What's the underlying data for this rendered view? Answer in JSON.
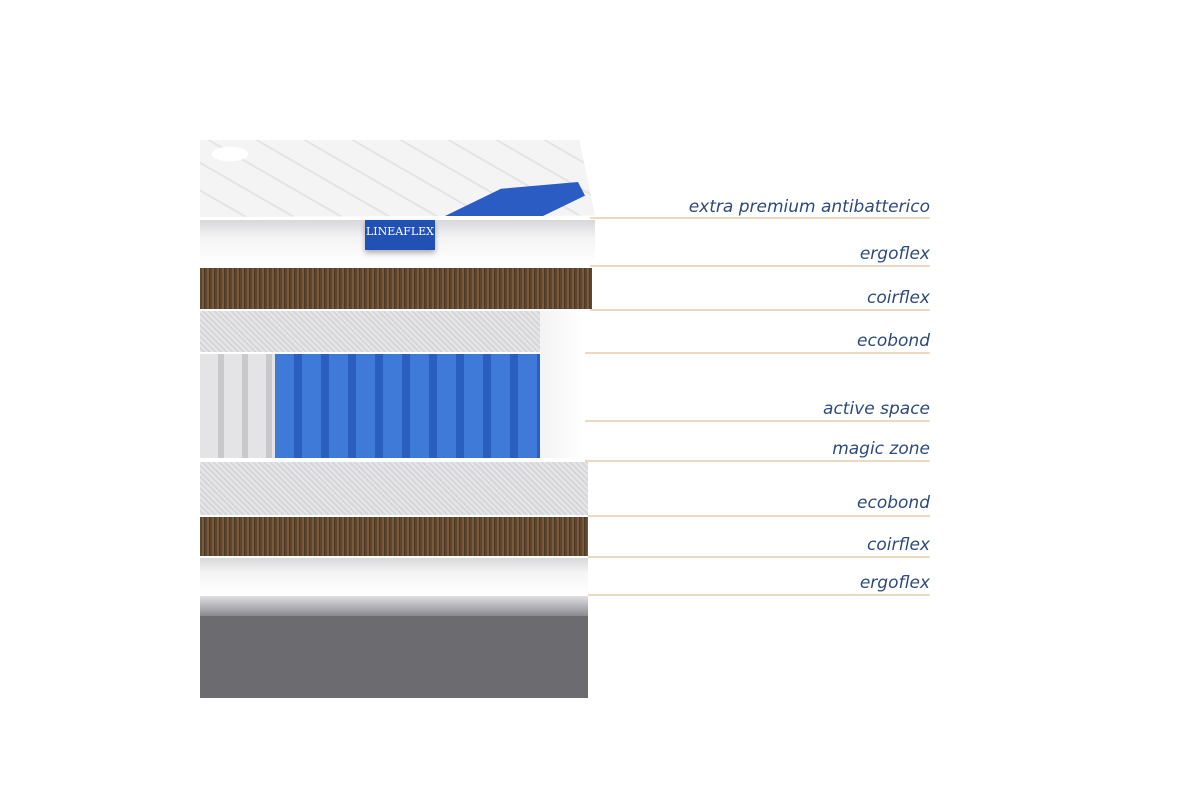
{
  "brand": {
    "logo_text": "LINEAFLEX",
    "accent": "#2251b6"
  },
  "layers": [
    {
      "label": "extra premium antibatterico"
    },
    {
      "label": "ergoflex"
    },
    {
      "label": "coirflex"
    },
    {
      "label": "ecobond"
    },
    {
      "label": "active space"
    },
    {
      "label": "magic zone"
    },
    {
      "label": "ecobond"
    },
    {
      "label": "coirflex"
    },
    {
      "label": "ergoflex"
    }
  ],
  "colors": {
    "label_text": "#2d4a7b",
    "leader_line": "#efd8c2"
  }
}
